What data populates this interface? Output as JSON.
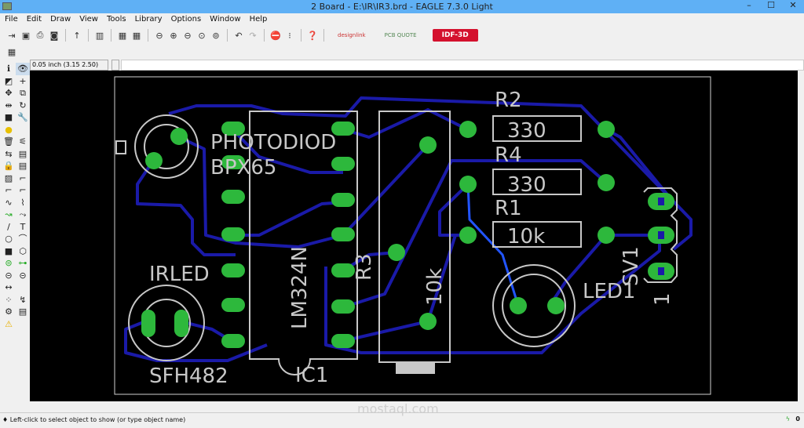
{
  "window": {
    "title": "2 Board - E:\\IR\\IR3.brd - EAGLE 7.3.0 Light",
    "minimize": "–",
    "maximize": "☐",
    "close": "✕"
  },
  "menu": [
    "File",
    "Edit",
    "Draw",
    "View",
    "Tools",
    "Library",
    "Options",
    "Window",
    "Help"
  ],
  "toolbar": {
    "brand1": "designlink",
    "brand2": "PCB QUOTE",
    "idf_label": "IDF-3D"
  },
  "command": {
    "grid_readout": "0.05 inch (3.15 2.50)",
    "value": ""
  },
  "board": {
    "labels": {
      "photodiod": "PHOTODIOD",
      "bpx65": "BPX65",
      "lm324n": "LM324N",
      "ic1": "IC1",
      "irled": "IRLED",
      "sfh482": "SFH482",
      "r3": "R3",
      "r3_value": "10k",
      "r2": "R2",
      "r2_value": "330",
      "r4": "R4",
      "r4_value": "330",
      "r1": "R1",
      "r1_value": "10k",
      "led1": "LED1",
      "sv1": "SV1",
      "sv1_pin": "1"
    },
    "colors": {
      "trace": "#1a1aa8",
      "pad": "#2db83c",
      "silk": "#c8c8c8",
      "outline": "#d0d0d0",
      "highlight": "#2255ff"
    }
  },
  "status": {
    "hint": "♦ Left-click to select object to show (or type object name)"
  },
  "watermark": {
    "text": "mostaql.com"
  }
}
